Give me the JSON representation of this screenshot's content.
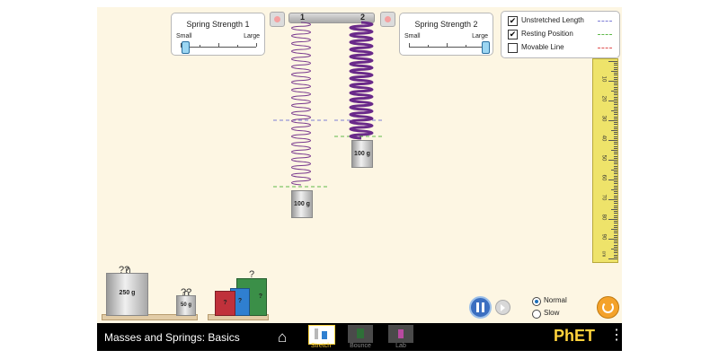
{
  "app": {
    "title": "Masses and Springs: Basics"
  },
  "spring_strength_1": {
    "title": "Spring Strength 1",
    "low": "Small",
    "high": "Large",
    "value_fraction": 0.05
  },
  "spring_strength_2": {
    "title": "Spring Strength 2",
    "low": "Small",
    "high": "Large",
    "value_fraction": 1.0
  },
  "springs": {
    "label_1": "1",
    "label_2": "2"
  },
  "visibility": {
    "items": [
      {
        "label": "Unstretched Length",
        "checked": true,
        "line_color": "#7d7dd6"
      },
      {
        "label": "Resting Position",
        "checked": true,
        "line_color": "#5fb94a"
      },
      {
        "label": "Movable Line",
        "checked": false,
        "line_color": "#e05050"
      }
    ]
  },
  "hanging_masses": {
    "mass_1": "100 g",
    "mass_2": "100 g"
  },
  "shelf_masses": {
    "large": "250 g",
    "small": "50 g",
    "question": "??",
    "unknown_label": "?",
    "unknown_colors": [
      "#c0313b",
      "#2f7fd0",
      "#3b8f48"
    ]
  },
  "ruler": {
    "numbers": [
      "10",
      "20",
      "30",
      "40",
      "50",
      "60",
      "70",
      "80",
      "90",
      "cm"
    ]
  },
  "playback": {
    "normal": "Normal",
    "slow": "Slow",
    "selected": "Normal"
  },
  "nav": {
    "screens": [
      {
        "label": "Stretch",
        "selected": true
      },
      {
        "label": "Bounce",
        "selected": false
      },
      {
        "label": "Lab",
        "selected": false
      }
    ],
    "brand": "PhET"
  },
  "colors": {
    "accent": "#ffd23c",
    "spring": "#7a3b8f",
    "reset": "#f4a22a",
    "play": "#3b6fc0"
  }
}
